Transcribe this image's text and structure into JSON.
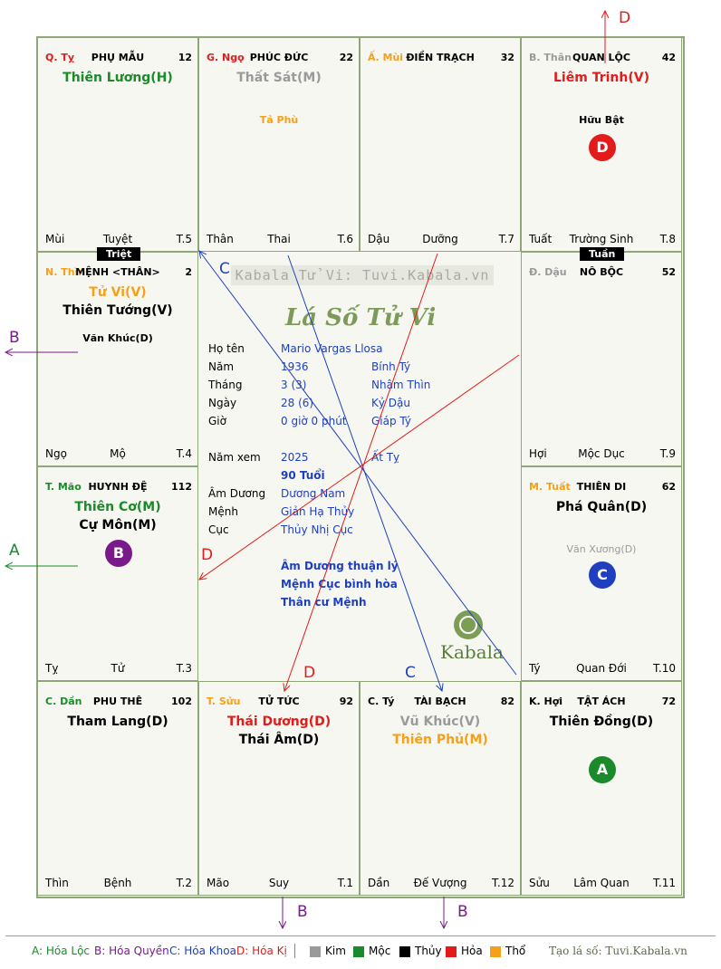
{
  "watermark": "Kabala Tử Vi: Tuvi.Kabala.vn",
  "title": "Lá Số Tử Vi",
  "brand": "Kabala",
  "footer_brand": "Tạo lá số: Tuvi.Kabala.vn",
  "colors": {
    "kim": "#9a9a9a",
    "moc": "#1a8a2a",
    "thuy": "#000000",
    "hoa": "#e31b1b",
    "tho": "#f5a018",
    "hoa_loc": "#1a8a2a",
    "hoa_quyen": "#7a1a8a",
    "hoa_khoa": "#1f3fbf",
    "hoa_ki": "#e31b1b"
  },
  "palaces": [
    {
      "can": "Q. Tỵ",
      "name": "PHỤ MẪU",
      "num": "12",
      "stars": [
        {
          "t": "Thiên Lương(H)",
          "c": "#1a8a2a"
        }
      ],
      "minors": [],
      "foot": [
        "Mùi",
        "Tuyệt",
        "T.5"
      ]
    },
    {
      "can": "G. Ngọ",
      "name": "PHÚC ĐỨC",
      "num": "22",
      "stars": [
        {
          "t": "Thất Sát(M)",
          "c": "#9a9a9a"
        }
      ],
      "minors": [
        {
          "t": "Tả Phù",
          "c": "#f5a018"
        }
      ],
      "foot": [
        "Thân",
        "Thai",
        "T.6"
      ]
    },
    {
      "can": "Ấ. Mùi",
      "name": "ĐIỀN TRẠCH",
      "num": "32",
      "stars": [],
      "minors": [],
      "foot": [
        "Dậu",
        "Dưỡng",
        "T.7"
      ]
    },
    {
      "can": "B. Thân",
      "name": "QUAN LỘC",
      "num": "42",
      "stars": [
        {
          "t": "Liêm Trinh(V)",
          "c": "#e31b1b"
        }
      ],
      "minors": [
        {
          "t": "Hữu Bật",
          "c": "#000000"
        }
      ],
      "foot": [
        "Tuất",
        "Trường Sinh",
        "T.8"
      ],
      "circle": {
        "t": "D",
        "c": "#e31b1b"
      }
    },
    {
      "can": "N. Thìn",
      "name": "MỆNH <THÂN>",
      "num": "2",
      "stars": [
        {
          "t": "Tử Vi(V)",
          "c": "#f5a018"
        },
        {
          "t": "Thiên Tướng(V)",
          "c": "#000000"
        }
      ],
      "minors": [
        {
          "t": "Văn Khúc(D)",
          "c": "#000000"
        }
      ],
      "foot": [
        "Ngọ",
        "Mộ",
        "T.4"
      ]
    },
    {
      "can": "Đ. Dậu",
      "name": "NÔ BỘC",
      "num": "52",
      "stars": [],
      "minors": [],
      "foot": [
        "Hợi",
        "Mộc Dục",
        "T.9"
      ]
    },
    {
      "can": "T. Mão",
      "name": "HUYNH ĐỆ",
      "num": "112",
      "stars": [
        {
          "t": "Thiên Cơ(M)",
          "c": "#1a8a2a"
        },
        {
          "t": "Cự Môn(M)",
          "c": "#000000"
        }
      ],
      "minors": [],
      "foot": [
        "Tỵ",
        "Tử",
        "T.3"
      ],
      "circle": {
        "t": "B",
        "c": "#7a1a8a"
      }
    },
    {
      "can": "M. Tuất",
      "name": "THIÊN DI",
      "num": "62",
      "stars": [
        {
          "t": "Phá Quân(D)",
          "c": "#000000"
        }
      ],
      "minors": [
        {
          "t": "Văn Xương(D)",
          "c": "#9a9a9a"
        }
      ],
      "foot": [
        "Tý",
        "Quan Đới",
        "T.10"
      ],
      "circle": {
        "t": "C",
        "c": "#1f3fbf"
      }
    },
    {
      "can": "C. Dần",
      "name": "PHU THÊ",
      "num": "102",
      "stars": [
        {
          "t": "Tham Lang(D)",
          "c": "#000000"
        }
      ],
      "minors": [],
      "foot": [
        "Thìn",
        "Bệnh",
        "T.2"
      ]
    },
    {
      "can": "T. Sửu",
      "name": "TỬ TỨC",
      "num": "92",
      "stars": [
        {
          "t": "Thái Dương(D)",
          "c": "#e31b1b"
        },
        {
          "t": "Thái Âm(D)",
          "c": "#000000"
        }
      ],
      "minors": [],
      "foot": [
        "Mão",
        "Suy",
        "T.1"
      ]
    },
    {
      "can": "C. Tý",
      "name": "TÀI BẠCH",
      "num": "82",
      "stars": [
        {
          "t": "Vũ Khúc(V)",
          "c": "#9a9a9a"
        },
        {
          "t": "Thiên Phủ(M)",
          "c": "#f5a018"
        }
      ],
      "minors": [],
      "foot": [
        "Dần",
        "Đế Vượng",
        "T.12"
      ]
    },
    {
      "can": "K. Hợi",
      "name": "TẬT ÁCH",
      "num": "72",
      "stars": [
        {
          "t": "Thiên Đồng(D)",
          "c": "#000000"
        }
      ],
      "minors": [],
      "foot": [
        "Sửu",
        "Lâm Quan",
        "T.11"
      ],
      "circle": {
        "t": "A",
        "c": "#1a8a2a"
      }
    }
  ],
  "badges": {
    "triet": "Triệt",
    "tuan": "Tuần"
  },
  "info": {
    "ho_ten_label": "Họ tên",
    "ho_ten": "Mario Vargas Llosa",
    "nam_label": "Năm",
    "nam": "1936",
    "nam_can_chi": "Bính Tý",
    "thang_label": "Tháng",
    "thang": "3  (3)",
    "thang_can_chi": "Nhâm Thìn",
    "ngay_label": "Ngày",
    "ngay": "28  (6)",
    "ngay_can_chi": "Kỷ Dậu",
    "gio_label": "Giờ",
    "gio": "0 giờ 0 phút",
    "gio_can_chi": "Giáp Tý",
    "nam_xem_label": "Năm xem",
    "nam_xem": "2025",
    "nam_xem_can_chi": "Ất Tỵ",
    "tuoi": "90 Tuổi",
    "am_duong_label": "Âm Dương",
    "am_duong": "Dương Nam",
    "menh_label": "Mệnh",
    "menh": "Giản Hạ Thủy",
    "cuc_label": "Cục",
    "cuc": "Thủy Nhị Cục",
    "note1": "Âm Dương thuận lý",
    "note2": "Mệnh Cục bình hòa",
    "note3": "Thân cư Mệnh"
  },
  "arrow_letters": [
    {
      "t": "D",
      "c": "#e31b1b"
    },
    {
      "t": "B",
      "c": "#7a1a8a"
    },
    {
      "t": "A",
      "c": "#1a8a2a"
    },
    {
      "t": "C",
      "c": "#1f3fbf"
    },
    {
      "t": "D",
      "c": "#e31b1b"
    },
    {
      "t": "D",
      "c": "#e31b1b"
    },
    {
      "t": "C",
      "c": "#1f3fbf"
    },
    {
      "t": "B",
      "c": "#7a1a8a"
    },
    {
      "t": "B",
      "c": "#7a1a8a"
    }
  ],
  "legend": {
    "a": "A: Hóa Lộc",
    "b": "B: Hóa Quyền",
    "c": "C: Hóa Khoa",
    "d": "D: Hóa Kị",
    "kim": "Kim",
    "moc": "Mộc",
    "thuy": "Thủy",
    "hoa": "Hỏa",
    "tho": "Thổ"
  }
}
